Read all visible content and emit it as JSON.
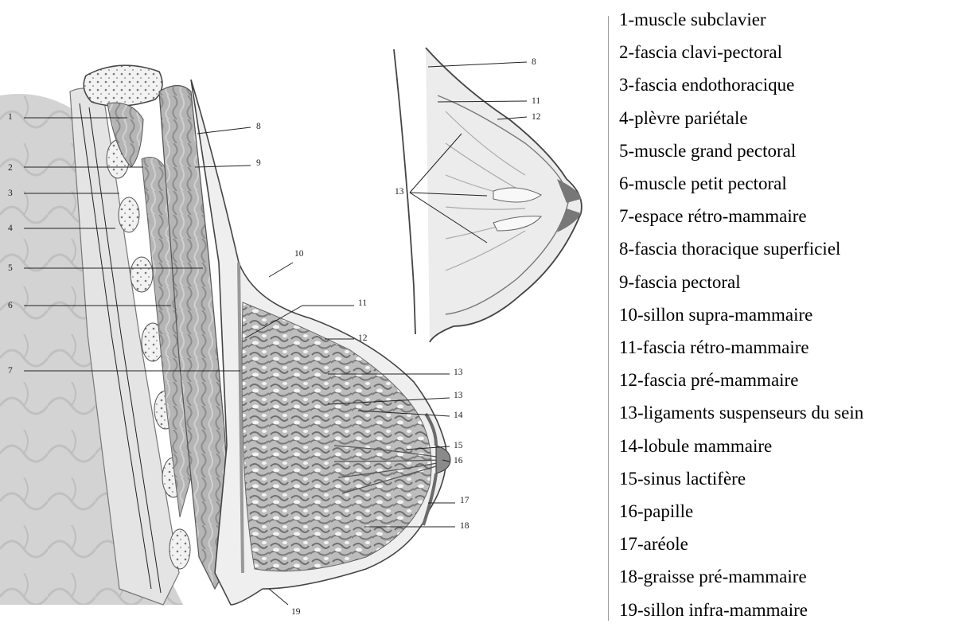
{
  "legend": [
    "1-muscle subclavier",
    "2-fascia clavi-pectoral",
    "3-fascia endothoracique",
    "4-plèvre pariétale",
    "5-muscle grand pectoral",
    "6-muscle petit pectoral",
    "7-espace rétro-mammaire",
    "8-fascia thoracique superficiel",
    "9-fascia pectoral",
    "10-sillon supra-mammaire",
    "11-fascia rétro-mammaire",
    "12-fascia pré-mammaire",
    "13-ligaments suspenseurs du sein",
    "14-lobule mammaire",
    "15-sinus lactifère",
    "16-papille",
    "17-aréole",
    "18-graisse pré-mammaire",
    "19-sillon infra-mammaire"
  ],
  "callouts": {
    "main": [
      "1",
      "2",
      "3",
      "4",
      "5",
      "6",
      "7",
      "8",
      "9",
      "10",
      "11",
      "12",
      "13",
      "13",
      "14",
      "15",
      "16",
      "17",
      "18",
      "19"
    ],
    "inset": [
      "8",
      "11",
      "12",
      "13"
    ]
  },
  "colors": {
    "tissue": "#c9c9c9",
    "lobule": "#8f8f8f",
    "fat": "#f1f1f1",
    "line": "#222222"
  }
}
